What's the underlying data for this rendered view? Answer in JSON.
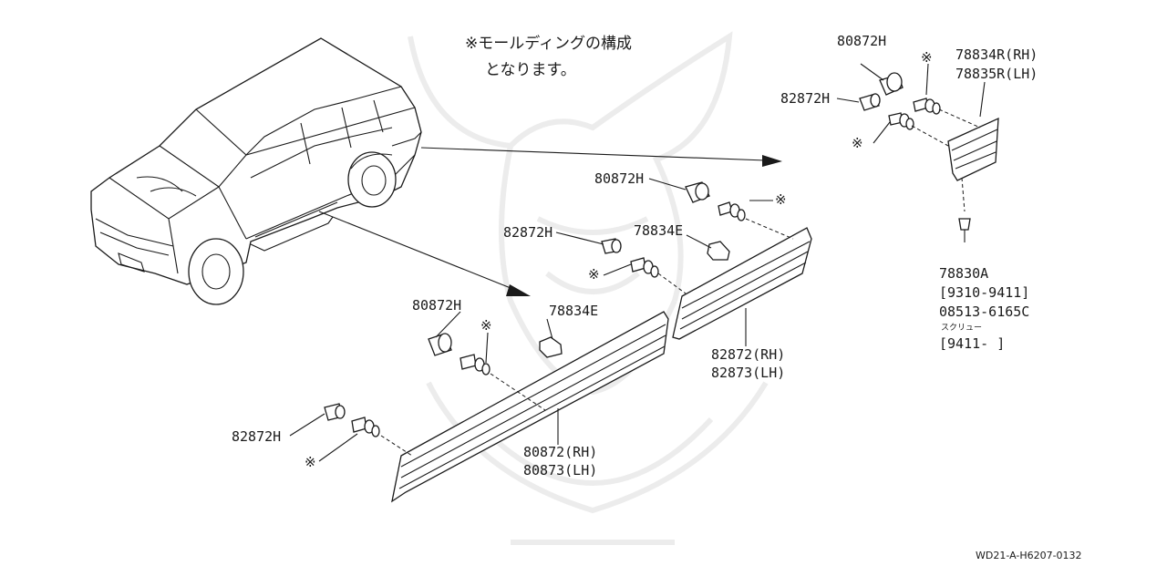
{
  "note": {
    "line1": "※モールディングの構成",
    "line2": "となります。"
  },
  "labels": {
    "rear_80872h": "80872H",
    "rear_mark": "※",
    "rear_part_rh": "78834R(RH)",
    "rear_part_lh": "78835R(LH)",
    "rear_82872h": "82872H",
    "rear_mark2": "※",
    "screw_part": "78830A",
    "screw_range": "[9310-9411]",
    "screw_partno": "08513-6165C",
    "screw_name": "スクリュー",
    "screw_range2": "[9411-      ]",
    "mid_80872h": "80872H",
    "mid_mark": "※",
    "mid_82872h": "82872H",
    "mid_78834e": "78834E",
    "mid_mark2": "※",
    "mid_part_rh": "82872(RH)",
    "mid_part_lh": "82873(LH)",
    "front_80872h": "80872H",
    "front_mark": "※",
    "front_78834e": "78834E",
    "front_82872h": "82872H",
    "front_mark2": "※",
    "front_part_rh": "80872(RH)",
    "front_part_lh": "80873(LH)"
  },
  "footer": {
    "code": "WD21-A-H6207-0132"
  }
}
